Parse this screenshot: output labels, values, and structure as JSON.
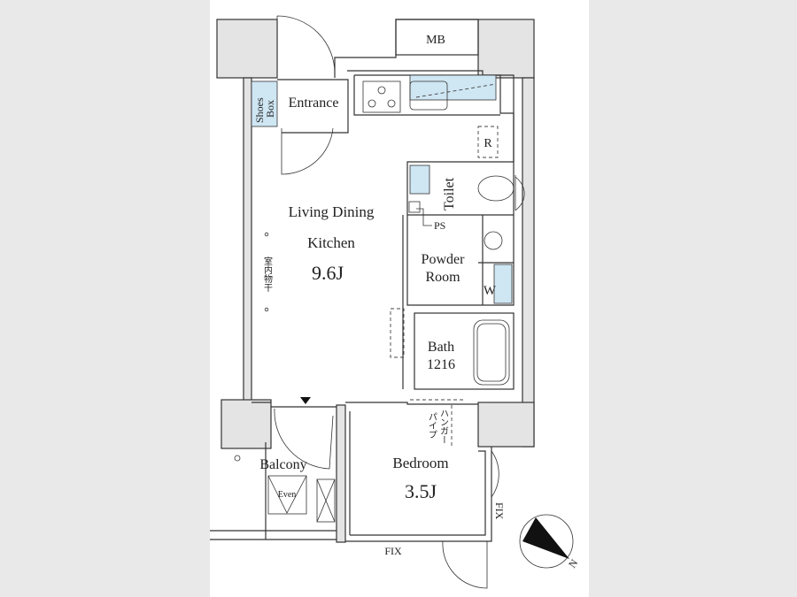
{
  "rooms": {
    "mb": "MB",
    "shoes_box_line1": "Shoes",
    "shoes_box_line2": "Box",
    "entrance": "Entrance",
    "refrigerator": "R",
    "toilet": "Toilet",
    "ps": "PS",
    "ldk_line1": "Living Dining",
    "ldk_line2": "Kitchen",
    "ldk_size": "9.6J",
    "indoor_drying": "室内物干",
    "powder_line1": "Powder",
    "powder_line2": "Room",
    "washer": "W",
    "bath": "Bath",
    "bath_size": "1216",
    "hanger_line1": "ハンガー",
    "hanger_line2": "パイプ",
    "bedroom": "Bedroom",
    "bedroom_size": "3.5J",
    "balcony": "Balcony",
    "even": "Even",
    "fix_bottom": "FIX",
    "fix_side": "FIX"
  },
  "compass": {
    "label": "N"
  },
  "colors": {
    "wet_area": "#cfe6f3",
    "wall": "#e4e4e4",
    "background": "#e9e9e9"
  }
}
